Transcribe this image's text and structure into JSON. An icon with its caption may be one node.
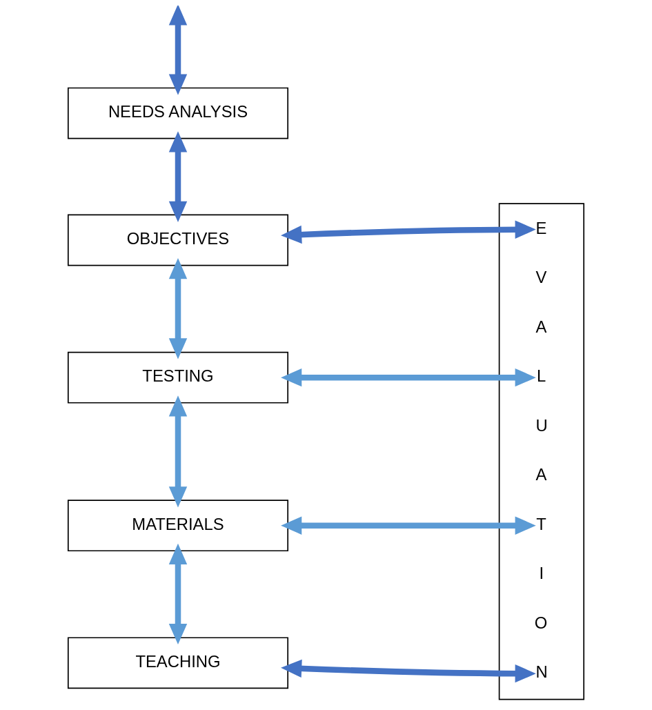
{
  "diagram": {
    "nodes": [
      {
        "text": [
          "NEEDS ANALYSIS"
        ]
      },
      {
        "text": [
          "OBJECTIVES"
        ]
      },
      {
        "text": [
          "TESTING"
        ]
      },
      {
        "text": [
          "MATERIALS"
        ]
      },
      {
        "text": [
          "TEACHING"
        ]
      },
      {
        "text": [
          "E V A L U A T I O N"
        ]
      }
    ],
    "edges": [
      {
        "from": null,
        "to": 0,
        "arrow": "both",
        "color": "#4472c4"
      },
      {
        "from": 0,
        "to": 1,
        "arrow": "both",
        "color": "#4472c4"
      },
      {
        "from": 1,
        "to": 5,
        "arrow": "both",
        "color": "#4472c4"
      },
      {
        "from": 1,
        "to": 2,
        "arrow": "both"
      },
      {
        "from": 2,
        "to": 5,
        "arrow": "both"
      },
      {
        "from": 2,
        "to": 3,
        "arrow": "both"
      },
      {
        "from": 3,
        "to": 5,
        "arrow": "both"
      },
      {
        "from": 3,
        "to": 4,
        "arrow": "both"
      },
      {
        "from": 4,
        "to": 5,
        "arrow": "both",
        "color": "#4472c4"
      }
    ]
  }
}
